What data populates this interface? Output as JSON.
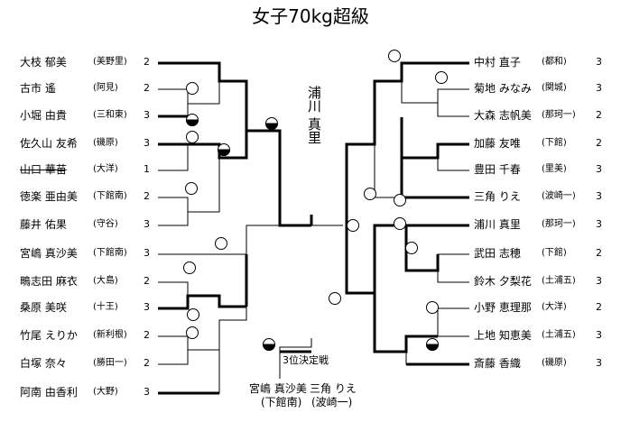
{
  "title": "女子70kg超級",
  "champion": "浦川 真里",
  "third_place": {
    "label": "3位決定戦",
    "player1": {
      "name": "宮嶋 真沙美",
      "school": "(下館南)"
    },
    "player2": {
      "name": "三角 りえ",
      "school": "(波崎一)"
    }
  },
  "left": [
    {
      "name": "大枝 郁美",
      "school": "(美野里)",
      "score": "2"
    },
    {
      "name": "古市 遙",
      "school": "(阿見)",
      "score": "2"
    },
    {
      "name": "小堀 由貴",
      "school": "(三和東)",
      "score": "3"
    },
    {
      "name": "佐久山 友希",
      "school": "(磯原)",
      "score": "3"
    },
    {
      "name": "山口 華苗",
      "school": "(大洋)",
      "score": "1"
    },
    {
      "name": "徳楽 亜由美",
      "school": "(下館南)",
      "score": "2"
    },
    {
      "name": "藤井 佑果",
      "school": "(守谷)",
      "score": "3"
    },
    {
      "name": "宮嶋 真沙美",
      "school": "(下館南)",
      "score": "3"
    },
    {
      "name": "鴫志田 麻衣",
      "school": "(大島)",
      "score": "2"
    },
    {
      "name": "桑原 美咲",
      "school": "(十王)",
      "score": "3"
    },
    {
      "name": "竹尾 えりか",
      "school": "(新利根)",
      "score": "2"
    },
    {
      "name": "白塚 奈々",
      "school": "(勝田一)",
      "score": "2"
    },
    {
      "name": "阿南 由香利",
      "school": "(大野)",
      "score": "3"
    }
  ],
  "right": [
    {
      "name": "中村 直子",
      "school": "(都和)",
      "score": "3"
    },
    {
      "name": "菊地 みなみ",
      "school": "(関城)",
      "score": "3"
    },
    {
      "name": "大森 志帆美",
      "school": "(那珂一)",
      "score": "2"
    },
    {
      "name": "加藤 友唯",
      "school": "(下館)",
      "score": "2"
    },
    {
      "name": "豊田 千春",
      "school": "(里美)",
      "score": "3"
    },
    {
      "name": "三角 りえ",
      "school": "(波崎一)",
      "score": "3"
    },
    {
      "name": "浦川 真里",
      "school": "(那珂一)",
      "score": "3"
    },
    {
      "name": "武田 志穂",
      "school": "(下館)",
      "score": "2"
    },
    {
      "name": "鈴木 夕梨花",
      "school": "(土浦五)",
      "score": "3"
    },
    {
      "name": "小野 恵理那",
      "school": "(大洋)",
      "score": "2"
    },
    {
      "name": "上地 知恵美",
      "school": "(土浦五)",
      "score": "3"
    },
    {
      "name": "斎藤 香織",
      "school": "(磯原)",
      "score": "3"
    }
  ]
}
